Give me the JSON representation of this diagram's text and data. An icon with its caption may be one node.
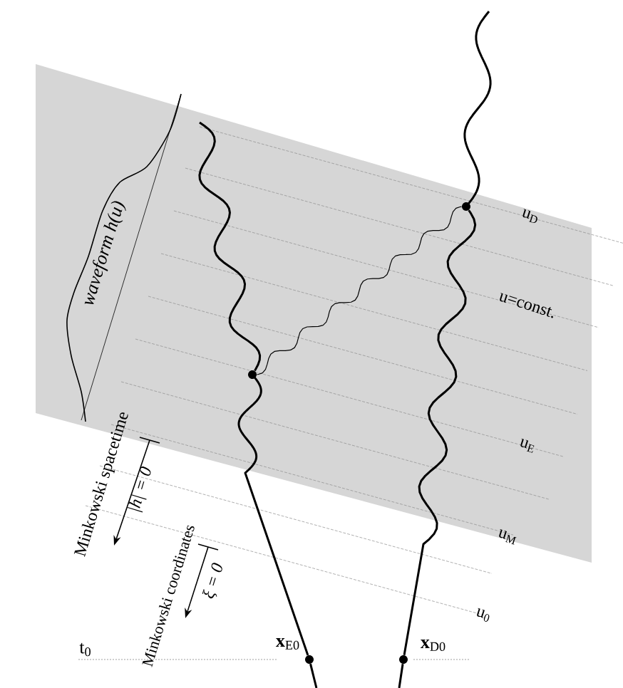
{
  "diagram": {
    "nodes": [
      {
        "text": [],
        "shape": "circle"
      },
      {
        "text": [],
        "shape": "circle"
      },
      {
        "text": [],
        "shape": "circle",
        "beside": [
          "**x**$_{E0}$"
        ]
      },
      {
        "text": [],
        "shape": "circle",
        "beside": [
          "**x**$_{D0}$"
        ]
      }
    ],
    "edges": [
      {
        "from": 0,
        "to": 1,
        "arrow": "none"
      },
      {
        "from": 0,
        "to": null,
        "arrow": "none"
      },
      {
        "from": 2,
        "to": 0,
        "arrow": "none"
      },
      {
        "from": null,
        "to": 2,
        "arrow": "none"
      },
      {
        "from": 1,
        "to": null,
        "arrow": "none"
      },
      {
        "from": 3,
        "to": 1,
        "arrow": "none"
      },
      {
        "from": null,
        "to": 3,
        "arrow": "none"
      }
    ],
    "labels": [
      "waveform   h(u)",
      "u$_{D}$",
      "u=const.",
      "u$_{E}$",
      "Minkowski spacetime",
      "|h| = 0",
      "u$_{M}$",
      "Minkowski coordinates",
      "ξ = 0",
      "u$_{0}$",
      "t$_{0}$"
    ]
  }
}
